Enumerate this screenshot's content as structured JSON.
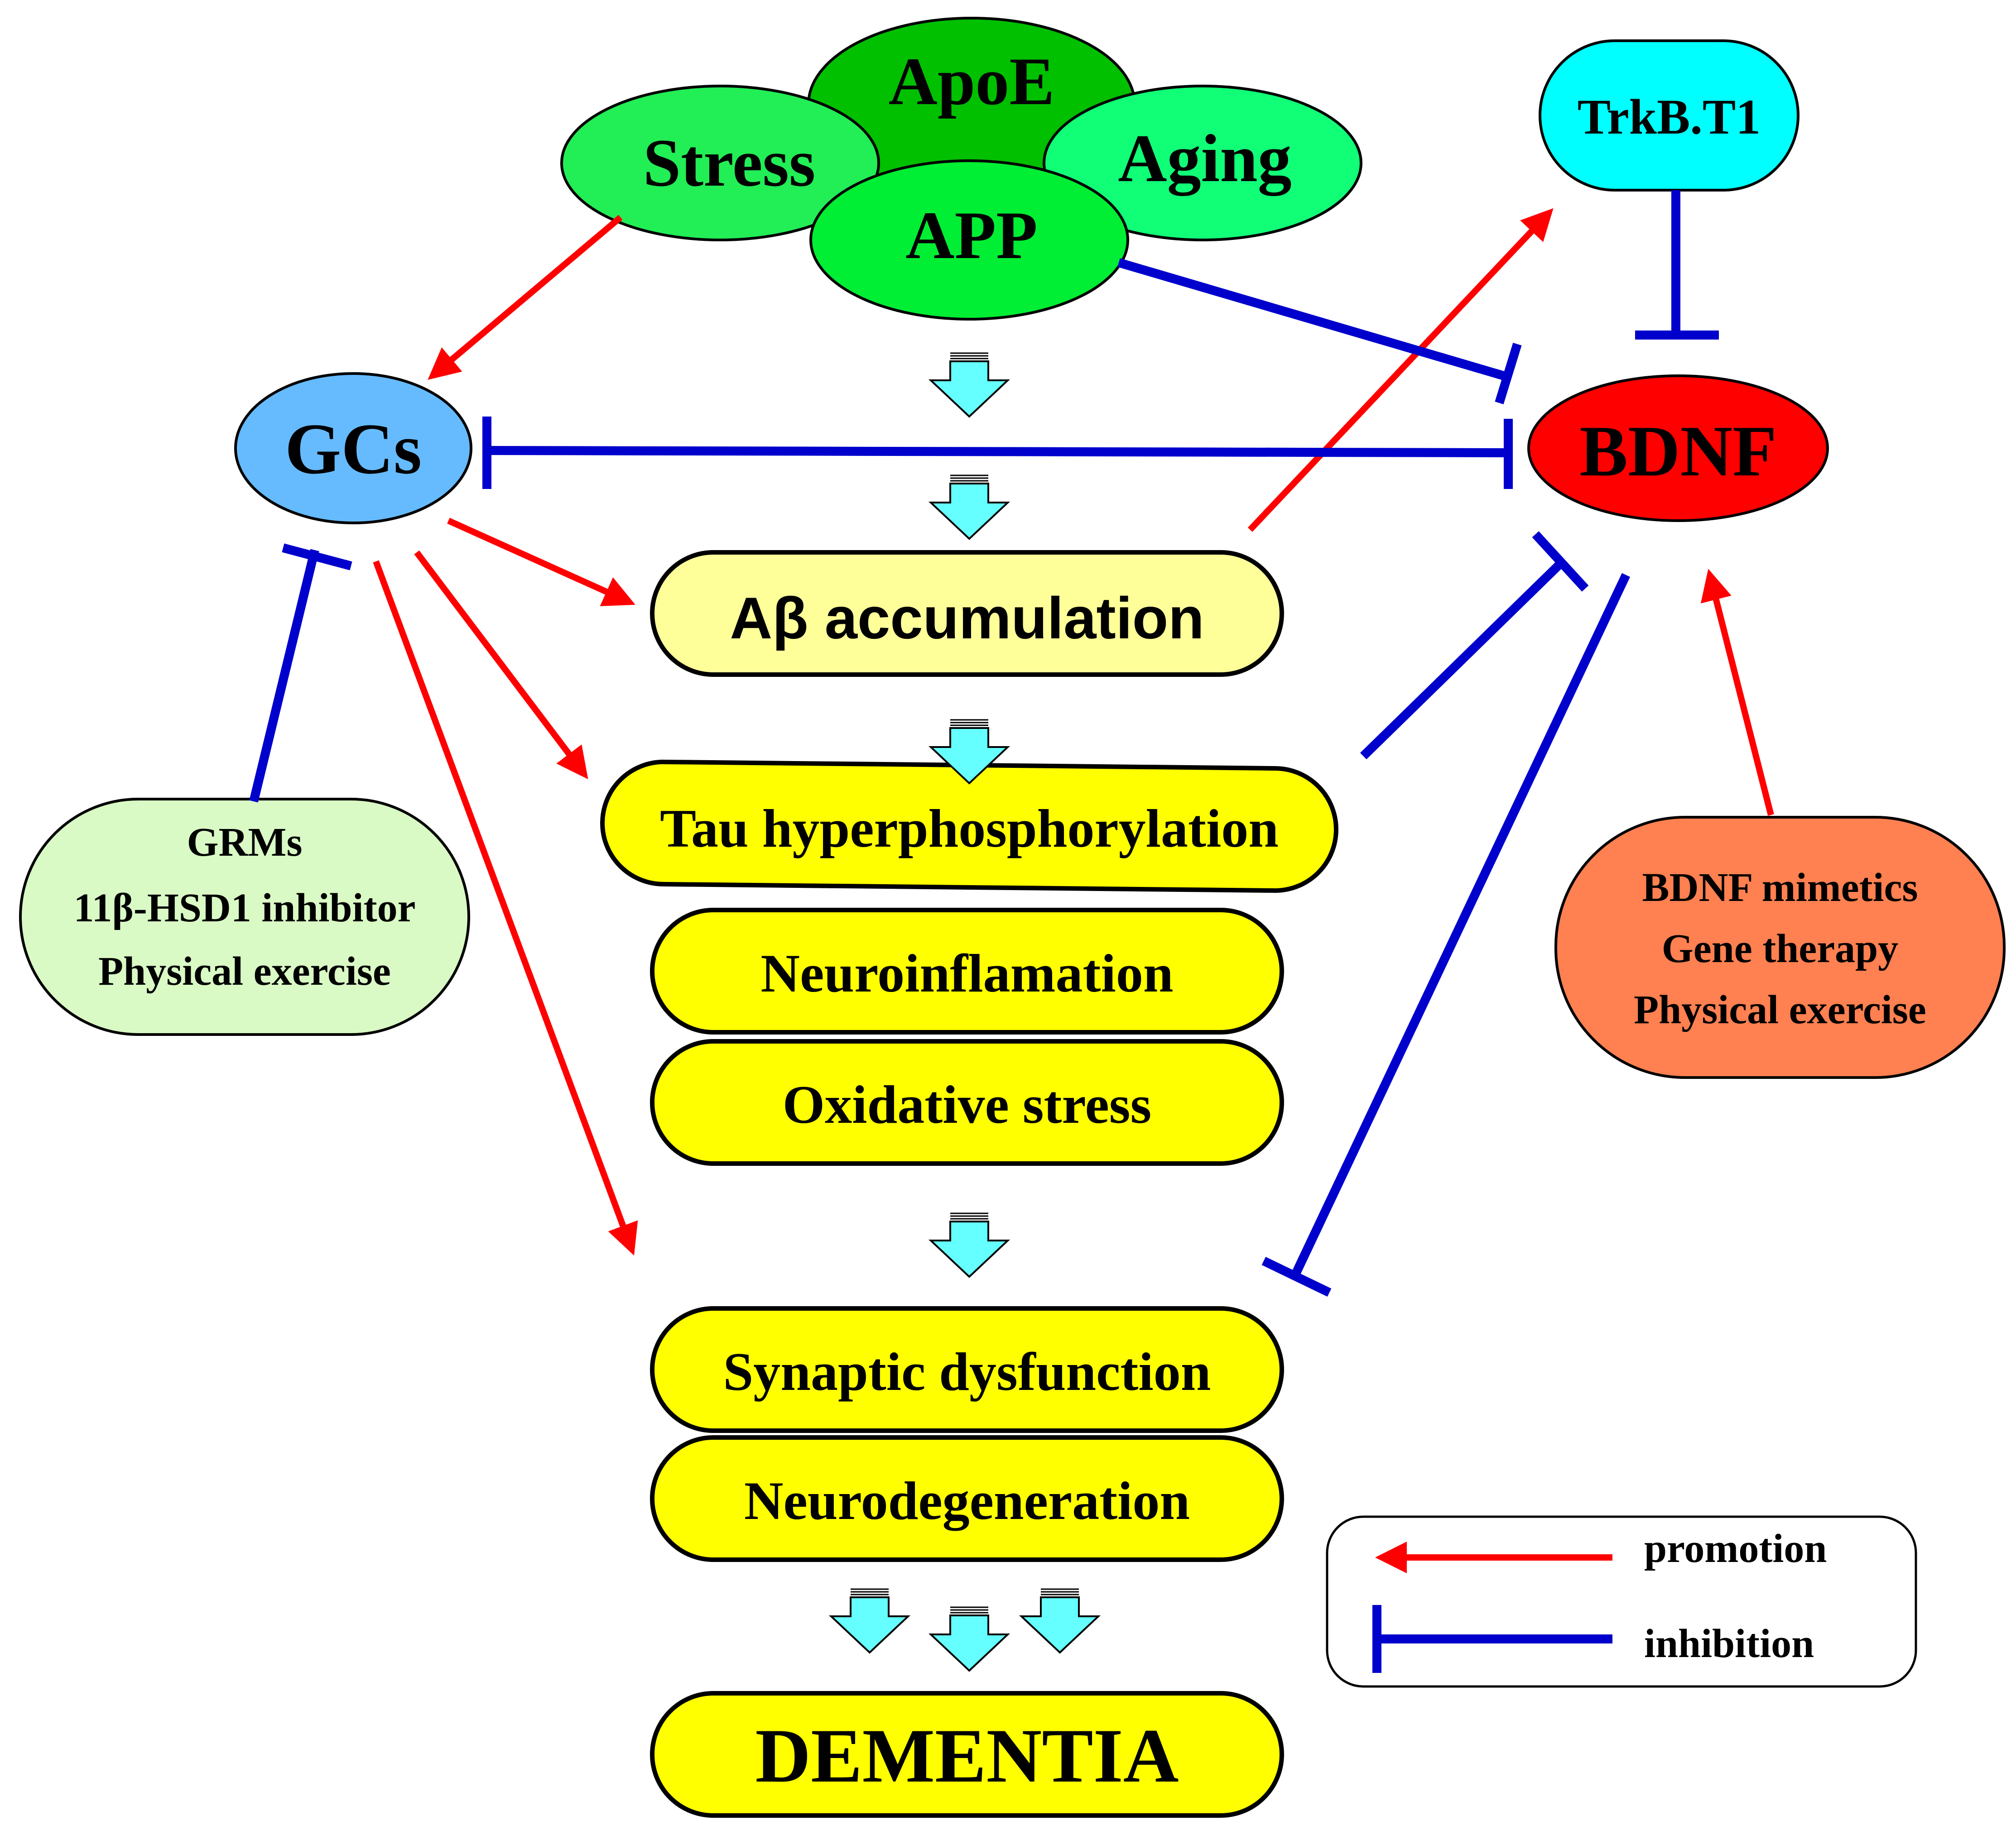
{
  "nodes": {
    "apoe": "ApoE",
    "stress": "Stress",
    "aging": "Aging",
    "app": "APP",
    "trkb": "TrkB.T1",
    "gcs": "GCs",
    "bdnf": "BDNF"
  },
  "cascade": {
    "abeta": "Aβ accumulation",
    "tau": "Tau hyperphosphorylation",
    "neuroinflammation": "Neuroinflamation",
    "oxidative": "Oxidative stress",
    "synaptic": "Synaptic dysfunction",
    "neurodegeneration": "Neurodegeneration",
    "dementia": "DEMENTIA"
  },
  "interventions": {
    "gc_side": [
      "GRMs",
      "11β-HSD1 inhibitor",
      "Physical exercise"
    ],
    "bdnf_side": [
      "BDNF mimetics",
      "Gene therapy",
      "Physical exercise"
    ]
  },
  "legend": {
    "promotion": "promotion",
    "inhibition": "inhibition"
  },
  "colors": {
    "promotion": "#ff0000",
    "inhibition": "#0000cc",
    "apoe": "#00c000",
    "stress": "#22ee55",
    "aging": "#11ff77",
    "app": "#00ee33",
    "trkb": "#00ffff",
    "gcs": "#66bbff",
    "bdnf": "#ff0000",
    "abeta": "#ffff99",
    "cascade": "#ffff00",
    "gc_intervention": "#d9f9c5",
    "bdnf_intervention": "#ff8050",
    "flow_arrow": "#66ffff"
  }
}
